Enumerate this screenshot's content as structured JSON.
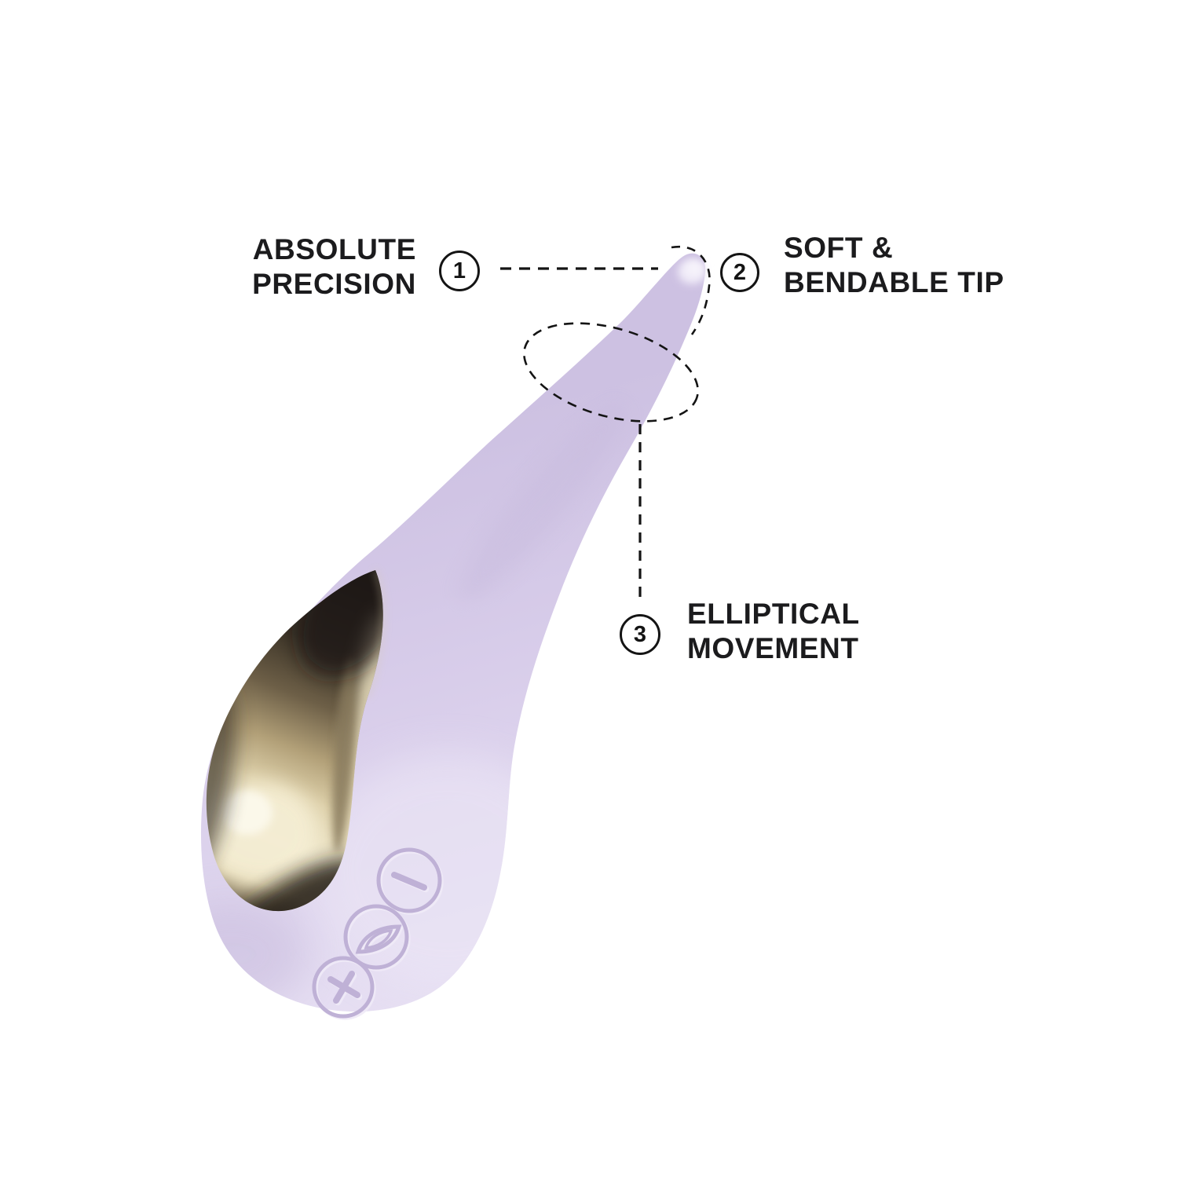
{
  "background": "#FFFFFF",
  "callouts": [
    {
      "number": "1",
      "lines": [
        "ABSOLUTE",
        "PRECISION"
      ],
      "align": "right",
      "connector": "dashed-line"
    },
    {
      "number": "2",
      "lines": [
        "SOFT &",
        "BENDABLE TIP"
      ],
      "align": "left",
      "connector": "dashed-arc-around-tip"
    },
    {
      "number": "3",
      "lines": [
        "ELLIPTICAL",
        "MOVEMENT"
      ],
      "align": "left",
      "connector": "dashed-line-from-ellipse"
    }
  ],
  "product": {
    "description": "Lilac teardrop-shaped pinpoint massager with champagne metallic inset and embossed looped control buttons",
    "buttons": [
      {
        "icon": "minus-icon"
      },
      {
        "icon": "power-eye-icon"
      },
      {
        "icon": "plus-icon"
      }
    ],
    "colors": {
      "body_lilac": "#D8CDEA",
      "body_lilac_light": "#EAE3F5",
      "body_lilac_dark": "#CABDDF",
      "tip_highlight": "#F1EEF9",
      "metal_dark": "#241E16",
      "metal_bronze": "#6D5F47",
      "metal_champagne": "#E9DFBF",
      "metal_highlight": "#FBF8EA",
      "emboss_line": "#C0B2D7",
      "annotation_line": "#141414",
      "text": "#1B1B1D"
    }
  }
}
